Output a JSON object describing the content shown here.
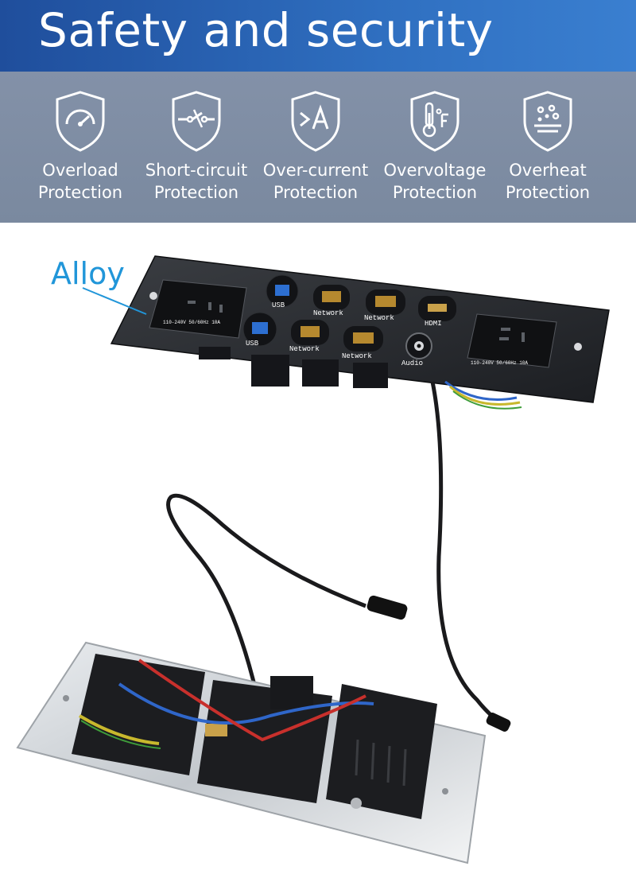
{
  "header": {
    "title": "Safety and security"
  },
  "features": [
    {
      "icon": "gauge-shield-icon",
      "line1": "Overload",
      "line2": "Protection"
    },
    {
      "icon": "circuit-shield-icon",
      "line1": "Short-circuit",
      "line2": "Protection"
    },
    {
      "icon": "ampere-shield-icon",
      "line1": "Over-current",
      "line2": "Protection"
    },
    {
      "icon": "thermometer-shield-icon",
      "line1": "Overvoltage",
      "line2": "Protection"
    },
    {
      "icon": "heat-shield-icon",
      "line1": "Overheat",
      "line2": "Protection"
    }
  ],
  "product": {
    "material_label": "Alloy",
    "panel_labels": {
      "usb_top": "USB",
      "usb_bottom": "USB",
      "network_1": "Network",
      "network_2": "Network",
      "network_3": "Network",
      "network_4": "Network",
      "hdmi": "HDMI",
      "audio": "Audio",
      "rating_left": "110-240V 50/60Hz 10A",
      "rating_right": "110-240V 50/60Hz 10A"
    }
  },
  "colors": {
    "header_blue": "#2a62b3",
    "band_gray": "#8391a8",
    "alloy_blue": "#2196d9"
  }
}
